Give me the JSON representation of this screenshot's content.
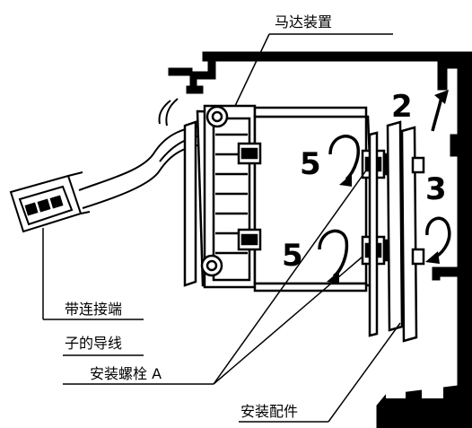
{
  "labels": {
    "motor_unit": "马达装置",
    "wire_line1": "带连接端",
    "wire_line2": "子的导线",
    "bolt": "安装螺栓 A",
    "bracket": "安装配件"
  },
  "step_numbers": {
    "top_right": "2",
    "right": "3",
    "upper_center": "5",
    "lower_center": "5"
  },
  "colors": {
    "ink": "#000000",
    "paper": "#ffffff"
  }
}
